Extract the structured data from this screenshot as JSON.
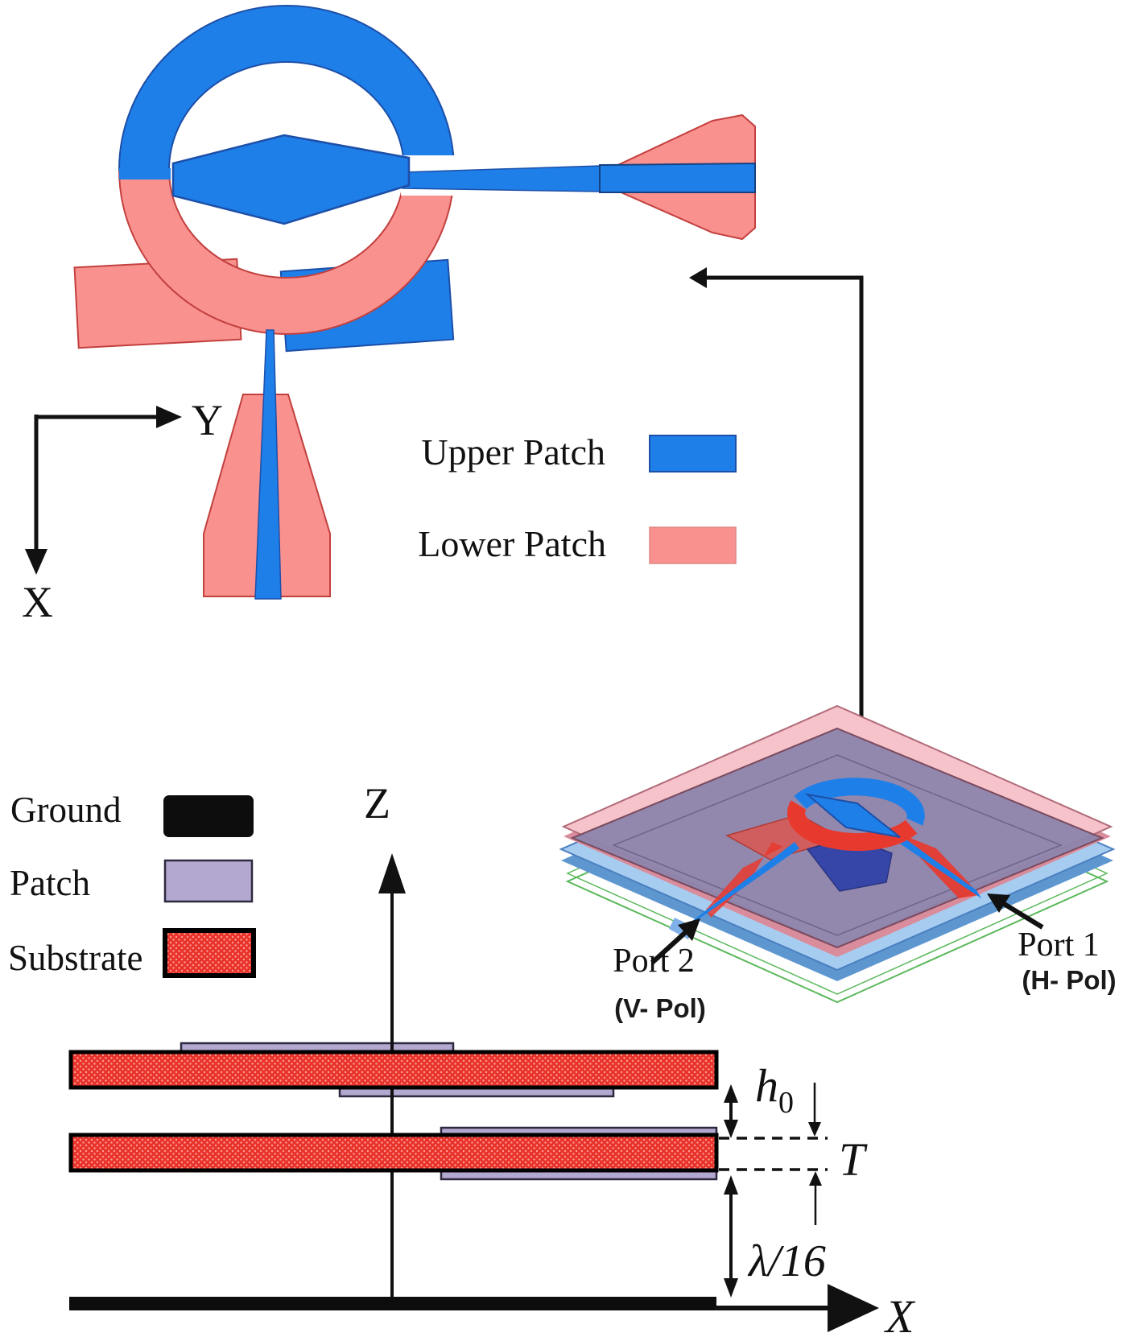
{
  "top_view": {
    "axis_y": "Y",
    "axis_x": "X"
  },
  "legend_patches": {
    "upper": {
      "label": "Upper Patch",
      "color": "#1E7FE8"
    },
    "lower": {
      "label": "Lower Patch",
      "color": "#F9918F"
    }
  },
  "iso_view": {
    "port1": {
      "name": "Port 1",
      "pol": "(H- Pol)"
    },
    "port2": {
      "name": "Port 2",
      "pol": "(V- Pol)"
    }
  },
  "legend_layers": {
    "ground": {
      "label": "Ground",
      "color": "#0D0D0D"
    },
    "patch": {
      "label": "Patch",
      "color": "#B3A8CF"
    },
    "substrate": {
      "label": "Substrate",
      "color": "#E8332B"
    }
  },
  "side_view": {
    "axis_z": "Z",
    "axis_x": "X",
    "dim_h": "h",
    "dim_h_sub": "0",
    "dim_t": "T",
    "dim_lambda": "λ/16"
  }
}
